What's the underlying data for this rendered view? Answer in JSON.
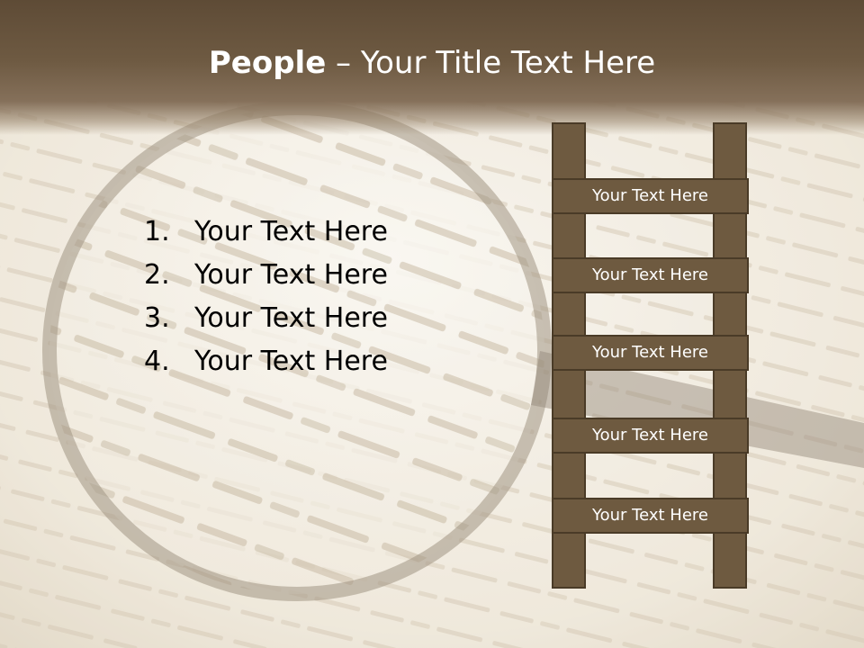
{
  "slide": {
    "title_bold": "People",
    "title_rest": " – Your Title Text Here",
    "list": [
      {
        "number": "1.",
        "text": "Your Text Here"
      },
      {
        "number": "2.",
        "text": "Your Text Here"
      },
      {
        "number": "3.",
        "text": "Your Text Here"
      },
      {
        "number": "4.",
        "text": "Your Text Here"
      }
    ],
    "ladder_rungs": [
      "Your Text Here",
      "Your Text Here",
      "Your Text Here",
      "Your Text Here",
      "Your Text Here"
    ]
  },
  "colors": {
    "header": "#5e4b36",
    "ladder_fill": "#6e5a40",
    "ladder_border": "#4a3b27"
  }
}
